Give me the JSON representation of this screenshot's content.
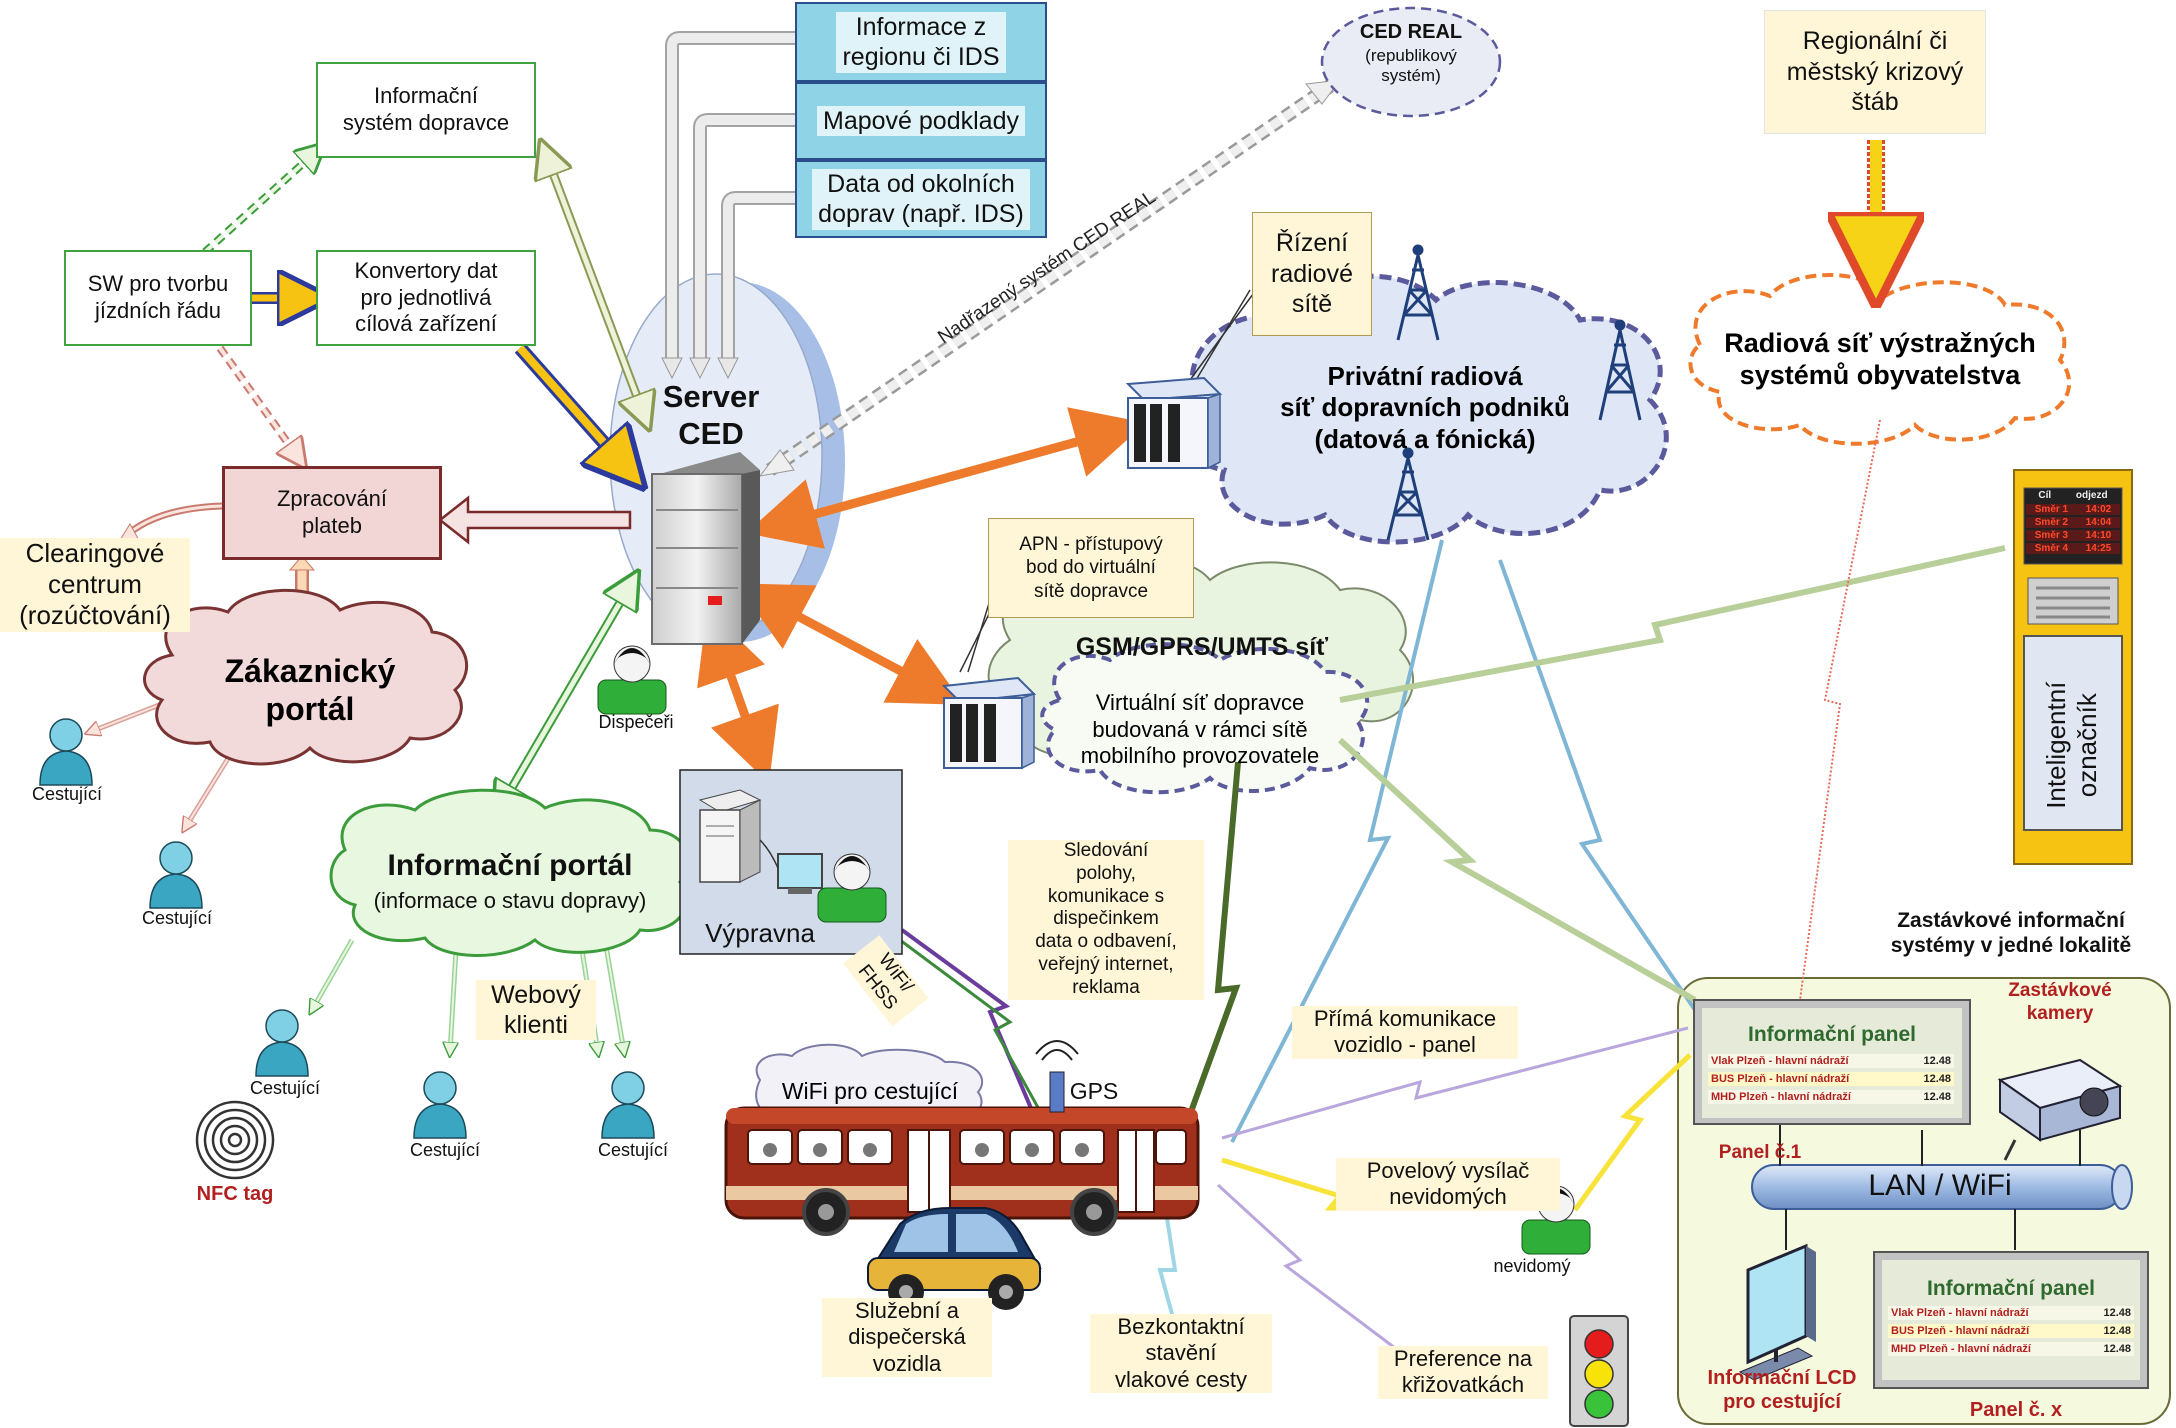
{
  "boxes": {
    "ids_info": "Informace z\nregionu či IDS",
    "maps": "Mapové podklady",
    "other_transport": "Data od okolních\ndoprav (např. IDS)",
    "operator_is": "Informační\nsystém dopravce",
    "sw_timetable": "SW pro tvorbu\njízdních řádu",
    "converters": "Konvertory dat\npro jednotlivá\ncílová zařízení",
    "payments": "Zpracování\nplateb",
    "radio_control": "Řízení\nradiové\nsítě",
    "apn": "APN - přístupový\nbod do virtuální\nsítě dopravce",
    "crisis": "Regionální či\nměstský krizový\nštáb"
  },
  "labels": {
    "server": "Server\nCED",
    "ced_real_title": "CED REAL",
    "ced_real_sub": "(republikový\nsystém)",
    "superior_system": "Nadřazený systém CED REAL",
    "clearing": "Clearingové\ncentrum\n(rozúčtování)",
    "customer_portal": "Zákaznický\nportál",
    "info_portal_title": "Informační portál",
    "info_portal_sub": "(informace o stavu dopravy)",
    "web_clients": "Webový\nklienti",
    "dispatchers": "Dispečeři",
    "vypravna": "Výpravna",
    "private_radio": "Privátní radiová\nsíť dopravních podniků\n(datová a fónická)",
    "warning_radio": "Radiová síť výstražných\nsystémů obyvatelstva",
    "gsm": "GSM/GPRS/UMTS síť",
    "virtual_net": "Virtuální síť dopravce\nbudovaná v rámci sítě\nmobilního provozovatele",
    "tracking": "Sledování\npolohy,\nkomunikace s\ndispečinkem\ndata o odbavení,\nveřejný internet,\nreklama",
    "wifi_fhss": "WiFi/\nFHSS",
    "wifi_passengers": "WiFi pro cestující",
    "gps": "GPS",
    "direct_comm": "Přímá komunikace\nvozidlo - panel",
    "blind_transmitter": "Povelový vysílač\nnevidomých",
    "blind": "nevidomý",
    "service_vehicles": "Služební a\ndispečerská\nvozidla",
    "contactless": "Bezkontaktní\nstavění\nvlakové cesty",
    "crossroad_pref": "Preference na\nkřižovatkách",
    "nfc": "NFC tag",
    "stop_systems": "Zastávkové informační\nsystémy v jedné lokalitě",
    "stop_cameras": "Zastávkové\nkamery",
    "lan_wifi": "LAN / WiFi",
    "panel1": "Panel č.1",
    "panelx": "Panel č. x",
    "lcd": "Informační LCD\npro cestující",
    "intelligent_sign": "Inteligentní\noznačník"
  },
  "passengers": [
    "Cestující",
    "Cestující",
    "Cestující",
    "Cestující",
    "Cestující"
  ],
  "info_panel": {
    "title": "Informační panel",
    "rows": [
      {
        "text": "Vlak Plzeň - hlavní nádraží",
        "time": "12.48"
      },
      {
        "text": "BUS  Plzeň - hlavní nádraží",
        "time": "12.48"
      },
      {
        "text": "MHD  Plzeň - hlavní nádraží",
        "time": "12.48"
      }
    ]
  },
  "sign_display": {
    "header_a": "Cíl",
    "header_b": "odjezd",
    "rows": [
      {
        "dest": "Směr 1",
        "time": "14:02"
      },
      {
        "dest": "Směr 2",
        "time": "14:04"
      },
      {
        "dest": "Směr 3",
        "time": "14:10"
      },
      {
        "dest": "Směr 4",
        "time": "14:25"
      }
    ]
  },
  "colors": {
    "orange_arrow": "#ee7b2c",
    "green_box": "#3fa33f",
    "cyan_box": "#8fd3e6",
    "cloud_fill": "#e3eaf6",
    "dash_blue": "#5a5a9c",
    "dash_orange": "#ee7b2c",
    "customer_cloud": "#f3dada",
    "info_cloud": "#e8f7e0",
    "stop_area": "#f5fadf",
    "sign_yellow": "#f7c312"
  },
  "icons": [
    "server-icon",
    "tower-icon",
    "router-icon",
    "person-icon",
    "bus-icon",
    "car-icon",
    "workstation-icon",
    "camera-icon",
    "traffic-light-icon",
    "nfc-icon",
    "lcd-monitor-icon"
  ]
}
